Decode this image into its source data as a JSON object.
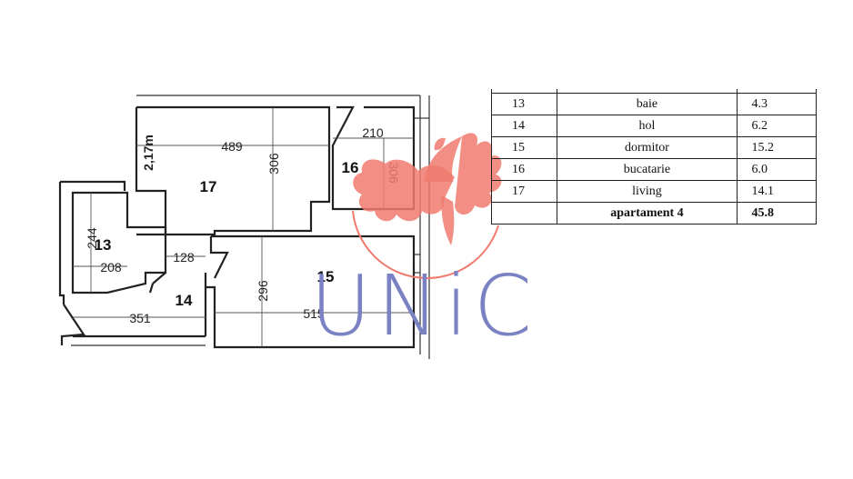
{
  "plan": {
    "rooms": [
      {
        "number": "17"
      },
      {
        "number": "16"
      },
      {
        "number": "13"
      },
      {
        "number": "14"
      },
      {
        "number": "15"
      }
    ],
    "dimensions": {
      "living_width": "489",
      "living_depth": "306",
      "height": "2,17m",
      "kitchen_width": "210",
      "kitchen_depth": "306",
      "bath_depth": "244",
      "bath_width": "208",
      "hall_width": "128",
      "hall_depth": "351",
      "bedroom_depth": "296",
      "bedroom_width": "515"
    }
  },
  "logo": {
    "text": "UNiC",
    "colors": {
      "phoenix": "#f07a6e",
      "text": "#7b82c3"
    }
  },
  "table": {
    "rows": [
      {
        "num": "13",
        "name": "baie",
        "area": "4.3"
      },
      {
        "num": "14",
        "name": "hol",
        "area": "6.2"
      },
      {
        "num": "15",
        "name": "dormitor",
        "area": "15.2"
      },
      {
        "num": "16",
        "name": "bucatarie",
        "area": "6.0"
      },
      {
        "num": "17",
        "name": "living",
        "area": "14.1"
      }
    ],
    "total": {
      "name": "apartament 4",
      "area": "45.8"
    }
  }
}
